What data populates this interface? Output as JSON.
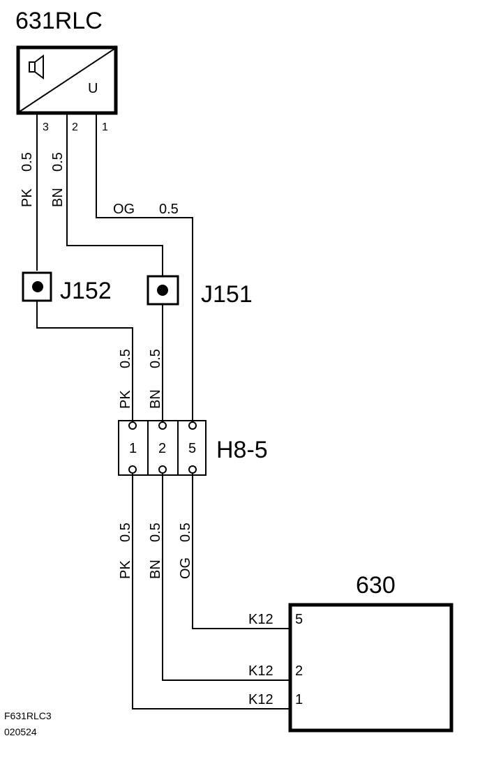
{
  "components": {
    "sensor": {
      "id": "631RLC",
      "speaker_symbol": "speaker-icon",
      "unit_label": "U",
      "pins": [
        "3",
        "2",
        "1"
      ]
    },
    "j152": {
      "label": "J152"
    },
    "j151": {
      "label": "J151"
    },
    "connector": {
      "label": "H8-5",
      "pins": [
        "1",
        "2",
        "5"
      ]
    },
    "module": {
      "id": "630",
      "pins": [
        {
          "connector": "K12",
          "pin": "5"
        },
        {
          "connector": "K12",
          "pin": "2"
        },
        {
          "connector": "K12",
          "pin": "1"
        }
      ]
    }
  },
  "wires": {
    "upper": [
      {
        "color": "PK",
        "size": "0.5"
      },
      {
        "color": "BN",
        "size": "0.5"
      },
      {
        "color": "OG",
        "size": "0.5"
      }
    ],
    "middle": [
      {
        "color": "PK",
        "size": "0.5"
      },
      {
        "color": "BN",
        "size": "0.5"
      }
    ],
    "lower": [
      {
        "color": "PK",
        "size": "0.5"
      },
      {
        "color": "BN",
        "size": "0.5"
      },
      {
        "color": "OG",
        "size": "0.5"
      }
    ]
  },
  "footer": {
    "line1": "F631RLC3",
    "line2": "020524"
  }
}
